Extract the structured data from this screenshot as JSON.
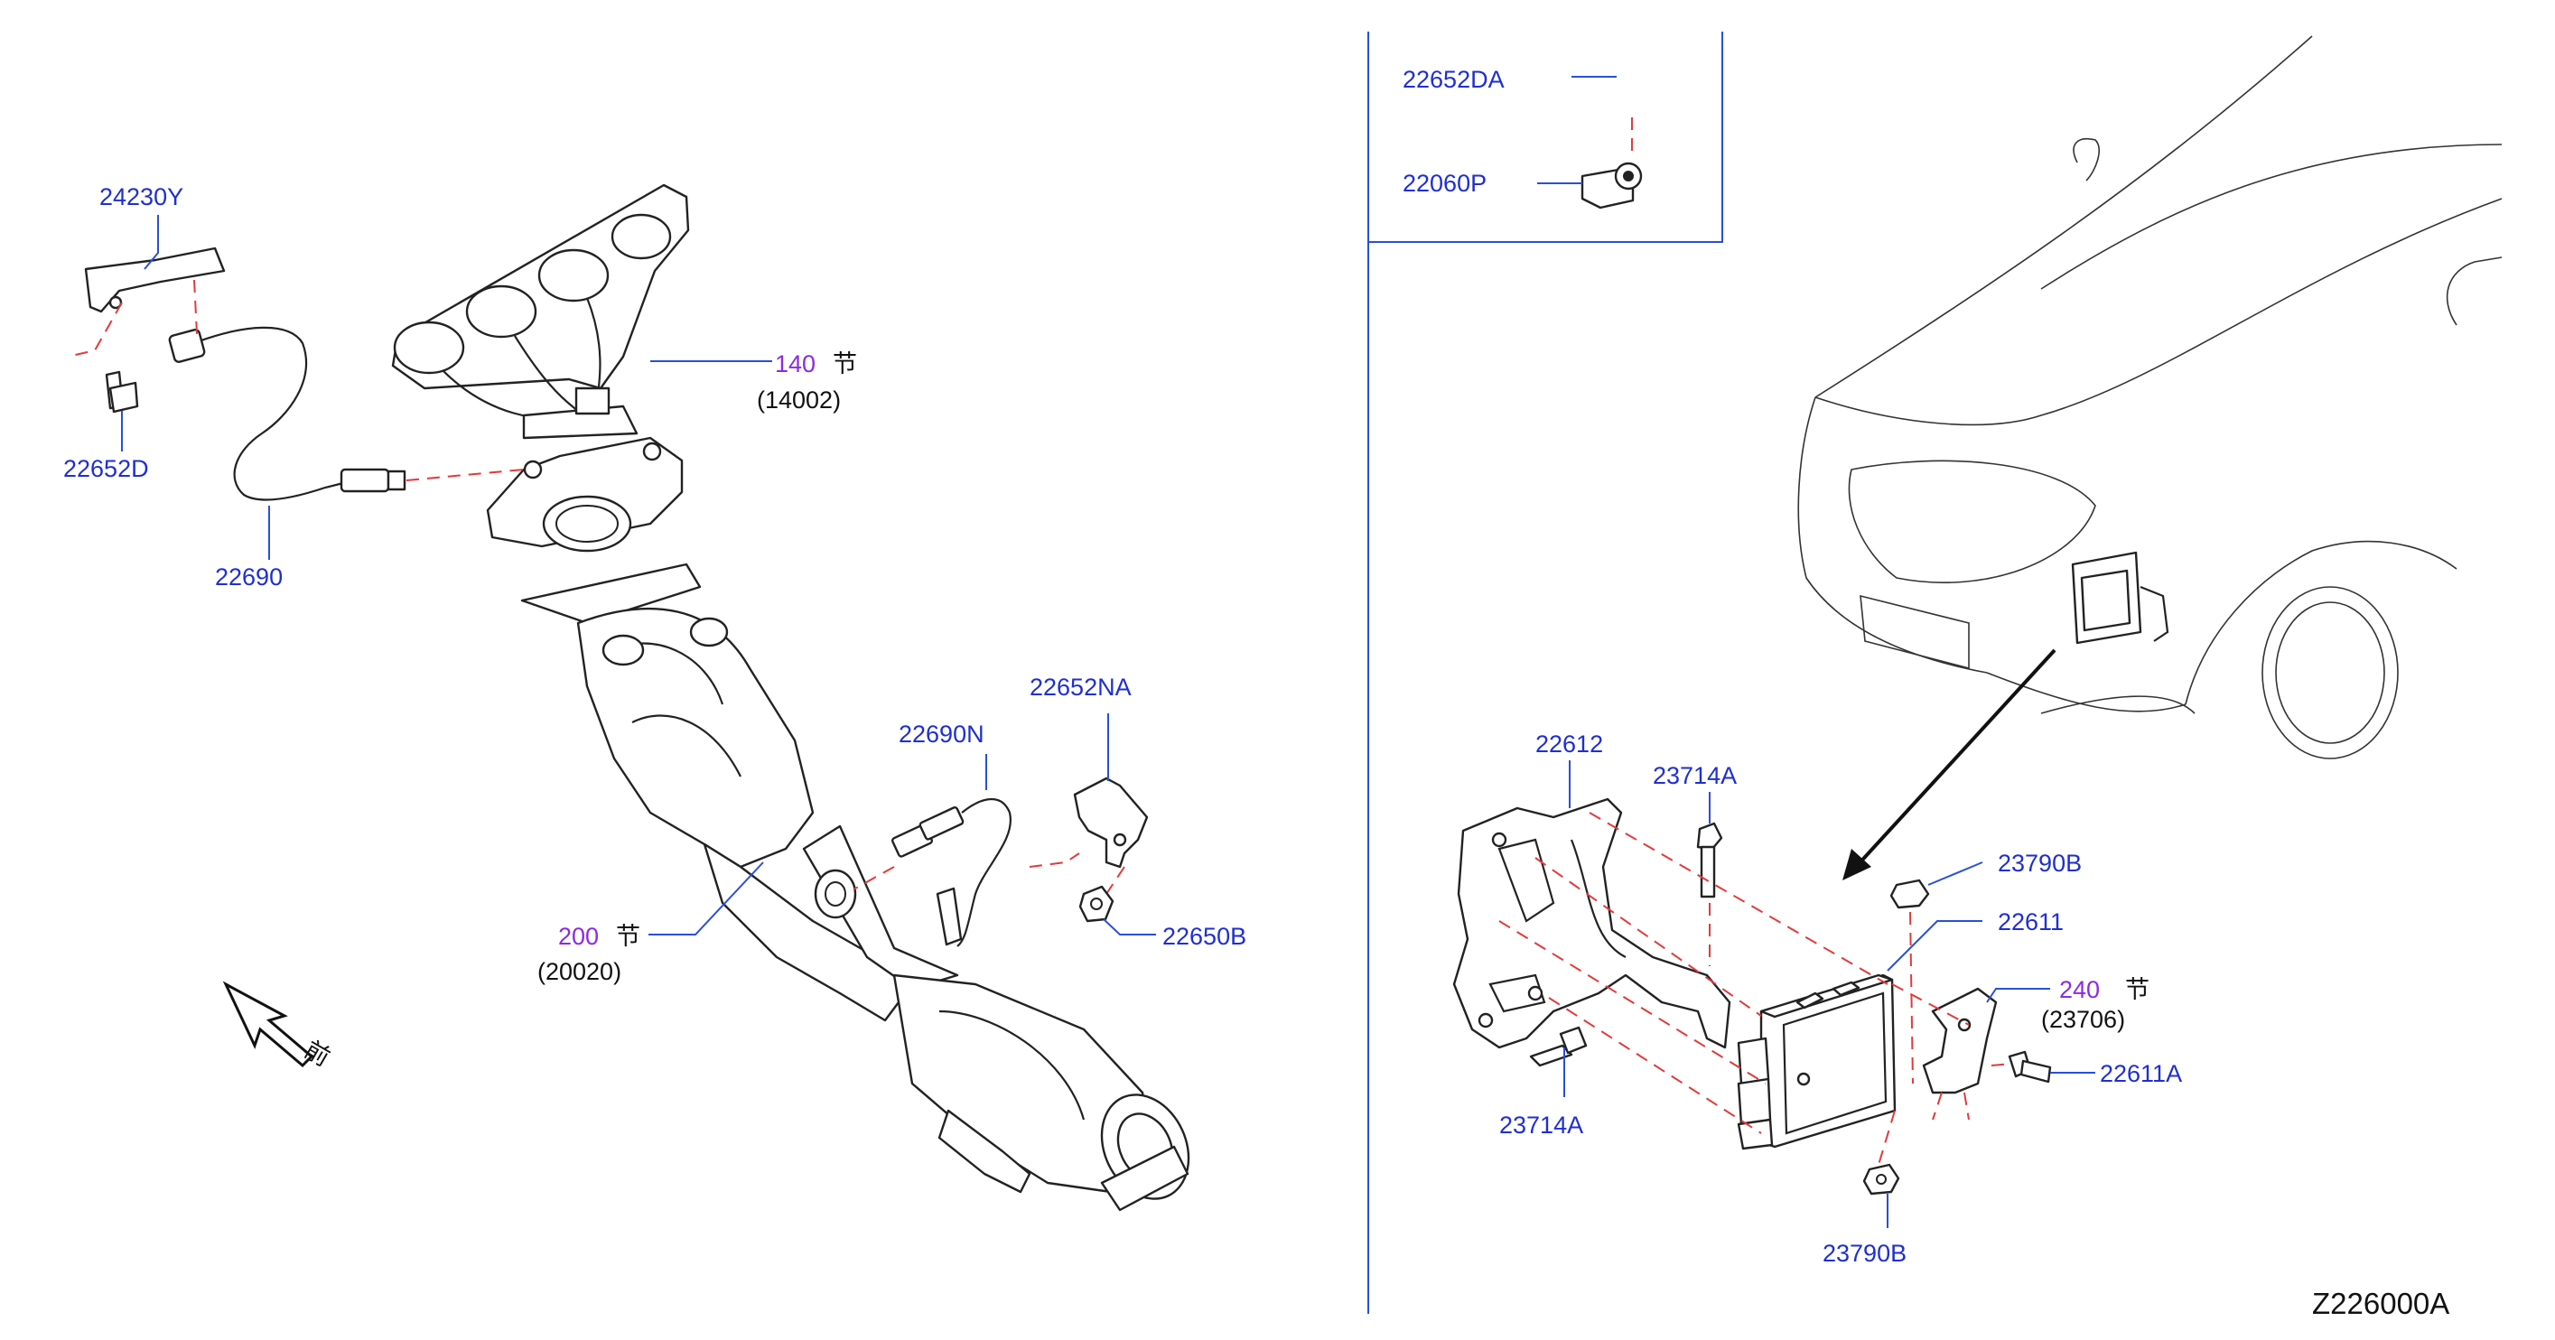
{
  "diagram_id": "Z226000A",
  "front_label": "前",
  "callouts": [
    {
      "id": "c-24230y",
      "part": "24230Y",
      "color": "#1f2fd0"
    },
    {
      "id": "c-22652d",
      "part": "22652D",
      "color": "#1f2fd0"
    },
    {
      "id": "c-22690",
      "part": "22690",
      "color": "#1f2fd0"
    },
    {
      "id": "c-140",
      "part": "140",
      "section": "节",
      "ref": "(14002)",
      "color": "#8a2be2"
    },
    {
      "id": "c-200",
      "part": "200",
      "section": "节",
      "ref": "(20020)",
      "color": "#8a2be2"
    },
    {
      "id": "c-22690n",
      "part": "22690N",
      "color": "#1f2fd0"
    },
    {
      "id": "c-22652na",
      "part": "22652NA",
      "color": "#1f2fd0"
    },
    {
      "id": "c-22650b",
      "part": "22650B",
      "color": "#1f2fd0"
    },
    {
      "id": "c-22652da",
      "part": "22652DA",
      "color": "#1f2fd0"
    },
    {
      "id": "c-22060p",
      "part": "22060P",
      "color": "#1f2fd0"
    },
    {
      "id": "c-22612",
      "part": "22612",
      "color": "#1f2fd0"
    },
    {
      "id": "c-23714a-top",
      "part": "23714A",
      "color": "#1f2fd0"
    },
    {
      "id": "c-23790b-top",
      "part": "23790B",
      "color": "#1f2fd0"
    },
    {
      "id": "c-22611",
      "part": "22611",
      "color": "#1f2fd0"
    },
    {
      "id": "c-240",
      "part": "240",
      "section": "节",
      "ref": "(23706)",
      "color": "#8a2be2"
    },
    {
      "id": "c-22611a",
      "part": "22611A",
      "color": "#1f2fd0"
    },
    {
      "id": "c-23714a-bottom",
      "part": "23714A",
      "color": "#1f2fd0"
    },
    {
      "id": "c-23790b-bottom",
      "part": "23790B",
      "color": "#1f2fd0"
    }
  ]
}
